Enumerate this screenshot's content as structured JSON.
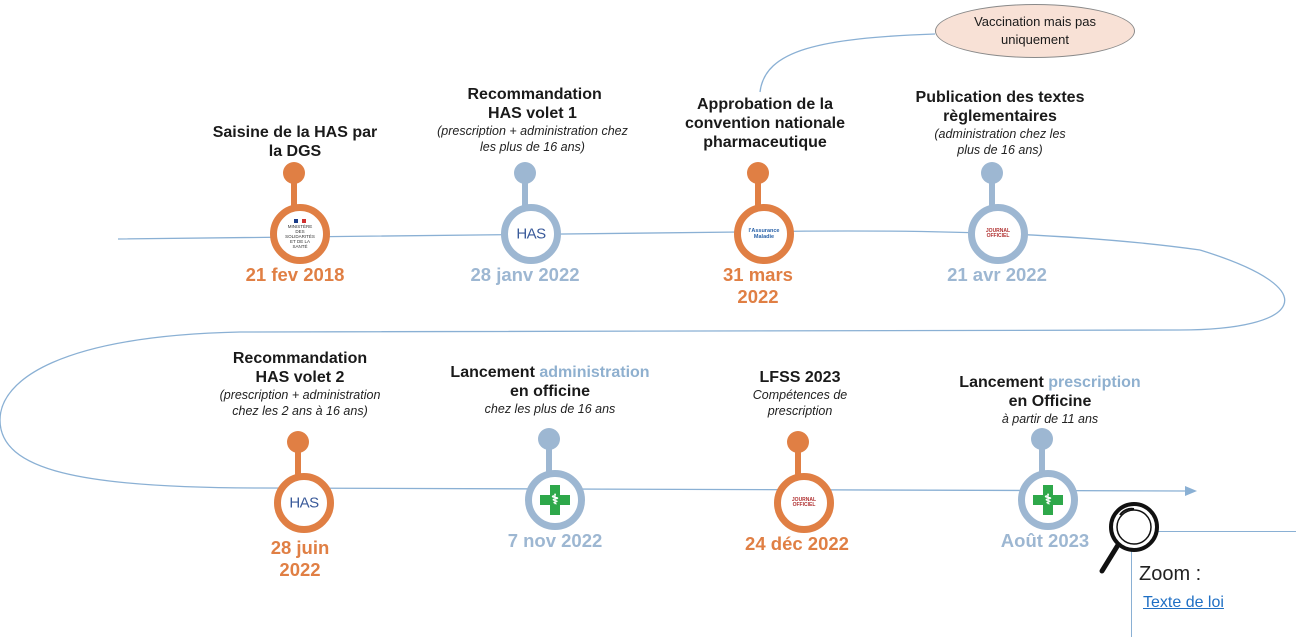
{
  "timeline_row1": [
    {
      "title": "Saisine de la HAS par la DGS",
      "subtitle": "",
      "date": "21 fev 2018",
      "color": "orange",
      "logo": "ministere-logo"
    },
    {
      "title": "Recommandation HAS volet 1",
      "subtitle": "(prescription + administration chez les plus de 16 ans)",
      "date": "28 janv 2022",
      "color": "blue",
      "logo": "has-logo"
    },
    {
      "title": "Approbation de la convention nationale pharmaceutique",
      "subtitle": "",
      "date": "31 mars 2022",
      "color": "orange",
      "logo": "assurance-maladie-logo"
    },
    {
      "title": "Publication des textes règlementaires",
      "subtitle": "(administration chez les plus de 16 ans)",
      "date": "21 avr 2022",
      "color": "blue",
      "logo": "journal-officiel-logo"
    }
  ],
  "timeline_row2": [
    {
      "title": "Recommandation HAS volet 2",
      "subtitle": "(prescription + administration chez les 2 ans à 16 ans)",
      "date": "28 juin 2022",
      "color": "orange",
      "logo": "has-logo"
    },
    {
      "title_prefix": "Lancement",
      "title_accent": "administration",
      "title_suffix": "en officine",
      "subtitle": "chez les plus de 16 ans",
      "date": "7 nov 2022",
      "color": "blue",
      "logo": "pharmacy-cross-icon"
    },
    {
      "title": "LFSS 2023",
      "subtitle": "Compétences de prescription",
      "date": "24 déc 2022",
      "color": "orange",
      "logo": "journal-officiel-logo"
    },
    {
      "title_prefix": "Lancement",
      "title_accent": "prescription",
      "title_suffix": "en Officine",
      "subtitle": "à partir de 11 ans",
      "date": "Août 2023",
      "color": "blue",
      "logo": "pharmacy-cross-icon"
    }
  ],
  "bubble": "Vaccination mais pas uniquement",
  "zoom": {
    "title": "Zoom :",
    "link": "Texte de loi"
  },
  "logos": {
    "has": "HAS",
    "ministere": "MINISTÈRE DES SOLIDARITÉS ET DE LA SANTÉ",
    "journal": "JOURNAL OFFICIEL",
    "assurance": "l'Assurance Maladie"
  },
  "colors": {
    "orange": "#e07f44",
    "blue": "#9db7d2",
    "accent_text": "#8fb0cf",
    "line": "#8ab0d4",
    "bubble_fill": "#f8e1d6"
  }
}
